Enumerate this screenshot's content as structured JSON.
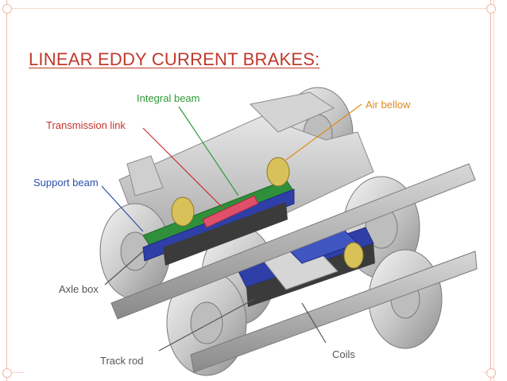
{
  "slide": {
    "title": "LINEAR EDDY CURRENT BRAKES:"
  },
  "figure": {
    "labels": {
      "integral_beam": "Integral beam",
      "air_bellow": "Air bellow",
      "transmission_link": "Transmission link",
      "support_beam": "Support beam",
      "axle_box": "Axle box",
      "track_rod": "Track rod",
      "coils": "Coils"
    },
    "colors": {
      "integral_beam_label": "#2e9b36",
      "air_bellow_label": "#e08a1a",
      "transmission_link_label": "#c8322d",
      "support_beam_label": "#2b4fa8",
      "axle_box_label": "#555555",
      "title": "#c0392b",
      "slide_border": "#f0b8a8"
    }
  }
}
